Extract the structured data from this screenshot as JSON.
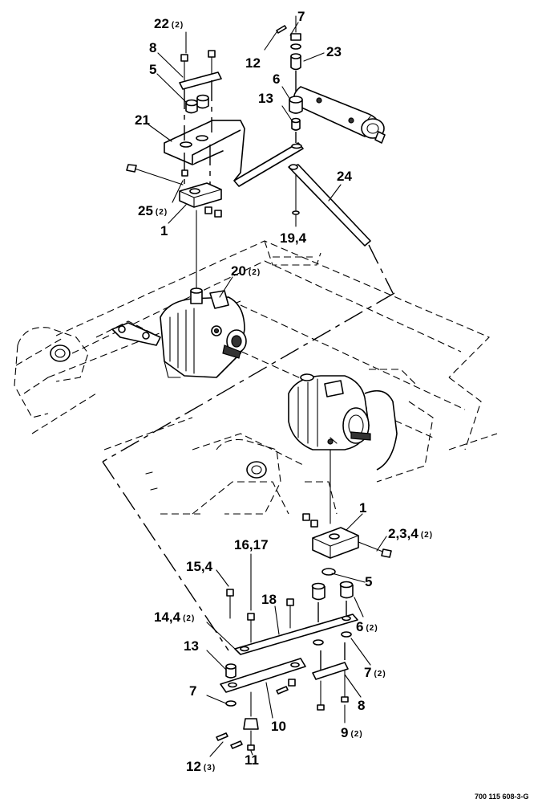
{
  "callouts": [
    {
      "id": "c22",
      "num": "22",
      "qty": "(2)"
    },
    {
      "id": "c8a",
      "num": "8",
      "qty": ""
    },
    {
      "id": "c5a",
      "num": "5",
      "qty": ""
    },
    {
      "id": "c21",
      "num": "21",
      "qty": ""
    },
    {
      "id": "c25",
      "num": "25",
      "qty": "(2)"
    },
    {
      "id": "c1a",
      "num": "1",
      "qty": ""
    },
    {
      "id": "c12a",
      "num": "12",
      "qty": ""
    },
    {
      "id": "c7a",
      "num": "7",
      "qty": ""
    },
    {
      "id": "c23",
      "num": "23",
      "qty": ""
    },
    {
      "id": "c6a",
      "num": "6",
      "qty": ""
    },
    {
      "id": "c13a",
      "num": "13",
      "qty": ""
    },
    {
      "id": "c24",
      "num": "24",
      "qty": ""
    },
    {
      "id": "c19",
      "num": "19,4",
      "qty": ""
    },
    {
      "id": "c20",
      "num": "20",
      "qty": "(2)"
    },
    {
      "id": "c1b",
      "num": "1",
      "qty": ""
    },
    {
      "id": "c234",
      "num": "2,3,4",
      "qty": "(2)"
    },
    {
      "id": "c1617",
      "num": "16,17",
      "qty": ""
    },
    {
      "id": "c154",
      "num": "15,4",
      "qty": ""
    },
    {
      "id": "c5b",
      "num": "5",
      "qty": ""
    },
    {
      "id": "c18",
      "num": "18",
      "qty": ""
    },
    {
      "id": "c144",
      "num": "14,4",
      "qty": "(2)"
    },
    {
      "id": "c6b",
      "num": "6",
      "qty": "(2)"
    },
    {
      "id": "c13b",
      "num": "13",
      "qty": ""
    },
    {
      "id": "c7b",
      "num": "7",
      "qty": "(2)"
    },
    {
      "id": "c7c",
      "num": "7",
      "qty": ""
    },
    {
      "id": "c8b",
      "num": "8",
      "qty": ""
    },
    {
      "id": "c10",
      "num": "10",
      "qty": ""
    },
    {
      "id": "c9",
      "num": "9",
      "qty": "(2)"
    },
    {
      "id": "c12b",
      "num": "12",
      "qty": "(3)"
    },
    {
      "id": "c11",
      "num": "11",
      "qty": ""
    }
  ],
  "drawing_number": "700 115 608-3-G"
}
